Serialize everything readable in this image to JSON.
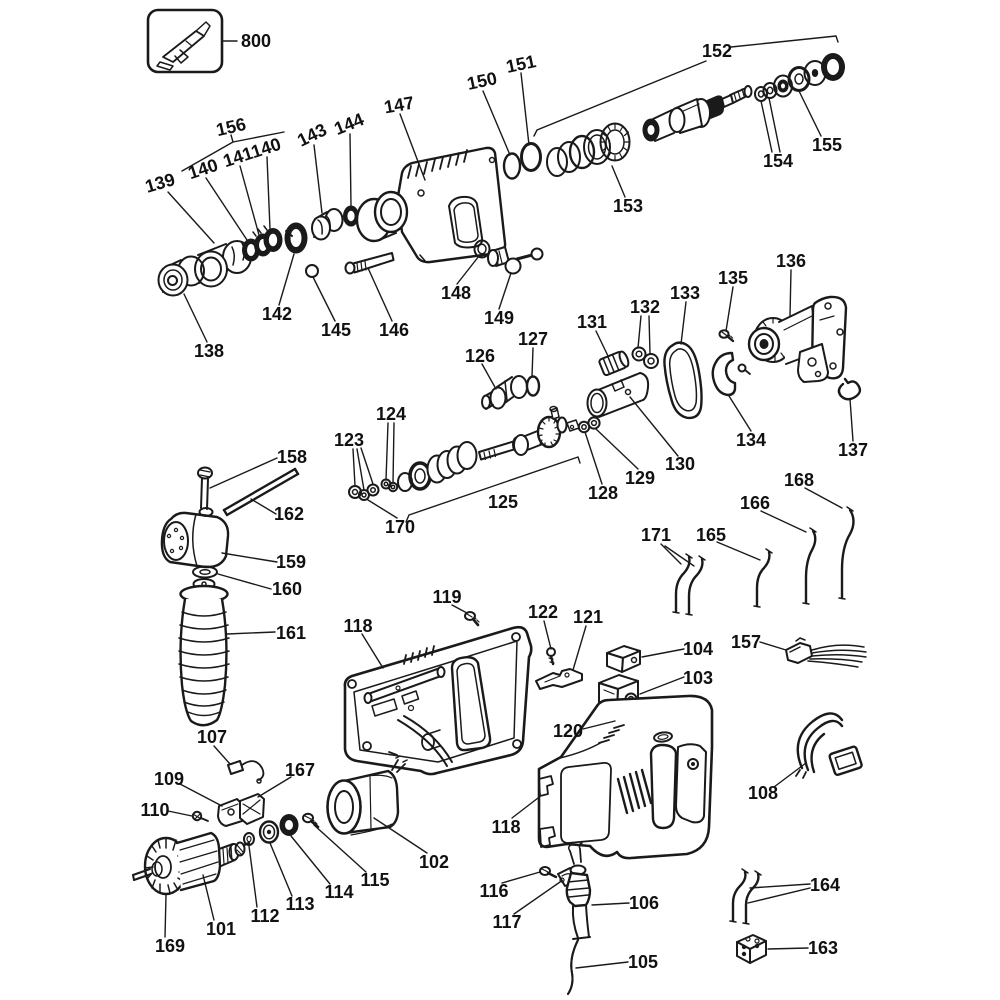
{
  "figure": {
    "background_color": "#ffffff",
    "line_color": "#1a1a1a"
  },
  "labels": {
    "n800": "800",
    "n156": "156",
    "n139": "139",
    "n140a": "140",
    "n141": "141",
    "n140b": "140",
    "n143": "143",
    "n144": "144",
    "n147": "147",
    "n150": "150",
    "n151": "151",
    "n152": "152",
    "n153": "153",
    "n154": "154",
    "n155": "155",
    "n138": "138",
    "n142": "142",
    "n145": "145",
    "n146": "146",
    "n148": "148",
    "n149": "149",
    "n126": "126",
    "n127": "127",
    "n131": "131",
    "n132": "132",
    "n133": "133",
    "n135": "135",
    "n136": "136",
    "n134": "134",
    "n137": "137",
    "n130": "130",
    "n129": "129",
    "n128": "128",
    "n124": "124",
    "n123": "123",
    "n170": "170",
    "n125": "125",
    "n158": "158",
    "n162": "162",
    "n159": "159",
    "n160": "160",
    "n161": "161",
    "n171": "171",
    "n165": "165",
    "n166": "166",
    "n168": "168",
    "n157": "157",
    "n119": "119",
    "n118a": "118",
    "n122": "122",
    "n121": "121",
    "n104": "104",
    "n103": "103",
    "n120": "120",
    "n107": "107",
    "n109": "109",
    "n110": "110",
    "n167": "167",
    "n102": "102",
    "n115": "115",
    "n114": "114",
    "n113": "113",
    "n112": "112",
    "n101": "101",
    "n169": "169",
    "n118b": "118",
    "n116": "116",
    "n117": "117",
    "n106": "106",
    "n105": "105",
    "n108": "108",
    "n164": "164",
    "n163": "163"
  }
}
